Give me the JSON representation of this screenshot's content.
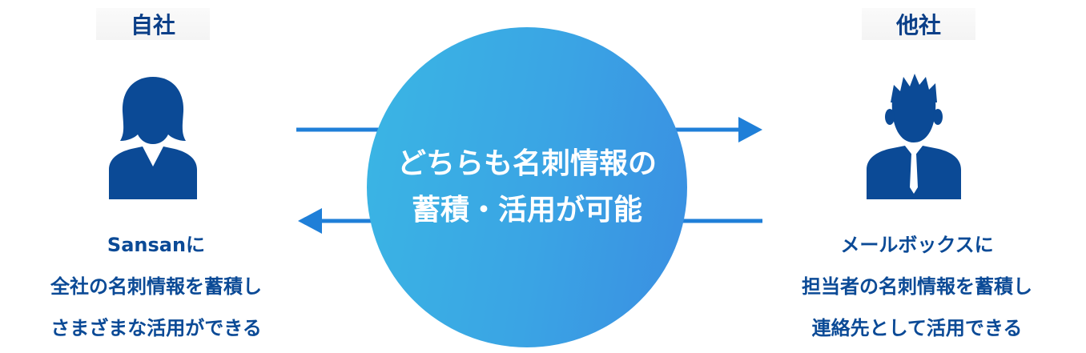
{
  "own_company": {
    "label": "自社",
    "icon": "person-female-icon",
    "description": [
      "Sansanに",
      "全社の名刺情報を蓄積し",
      "さまざまな活用ができる"
    ]
  },
  "other_company": {
    "label": "他社",
    "icon": "person-male-suit-icon",
    "description": [
      "メールボックスに",
      "担当者の名刺情報を蓄積し",
      "連絡先として活用できる"
    ]
  },
  "center": {
    "lines": [
      "どちらも名刺情報の",
      "蓄積・活用が可能"
    ]
  },
  "colors": {
    "primary_dark": "#0b4a96",
    "arrow": "#1f7fd8",
    "circle_start": "#3ab6e4",
    "circle_end": "#3a8ee2"
  }
}
